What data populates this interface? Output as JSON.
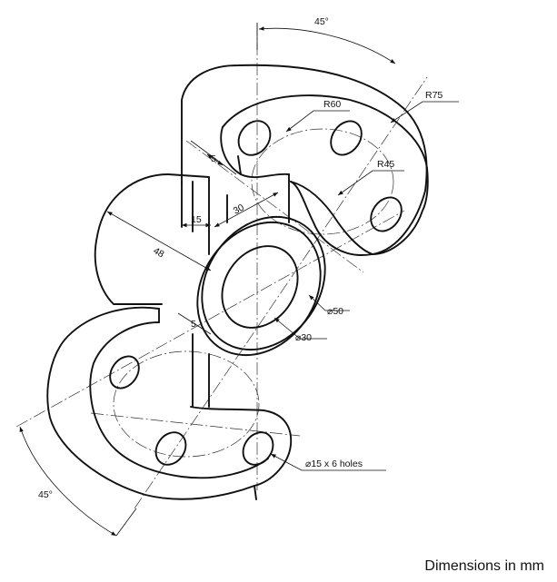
{
  "drawing": {
    "dimensions": {
      "angle_top": "45°",
      "angle_bottom": "45°",
      "r75": "R75",
      "r60": "R60",
      "r45": "R45",
      "dia50": "⌀50",
      "dia30": "⌀30",
      "holes": "⌀15 x 6 holes",
      "len48": "48",
      "len30": "30",
      "len15": "15",
      "thk_upper": "5",
      "thk_lower": "5"
    },
    "note": "Dimensions in mm"
  }
}
